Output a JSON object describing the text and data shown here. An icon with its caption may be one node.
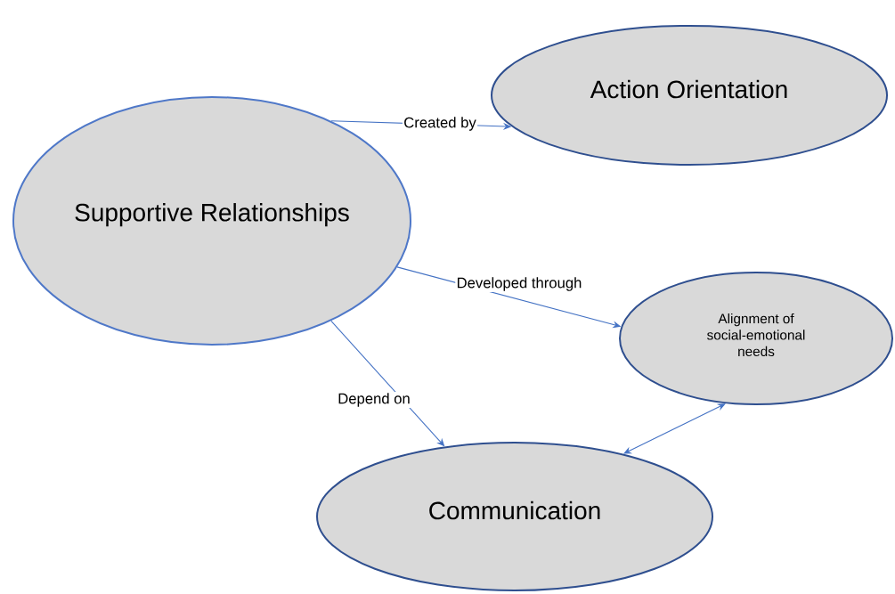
{
  "diagram": {
    "nodes": [
      {
        "text": [
          "Supportive Relationships"
        ]
      },
      {
        "text": [
          "Action Orientation"
        ]
      },
      {
        "text": [
          "Alignment of social-emotional needs"
        ]
      },
      {
        "text": [
          "Communication"
        ]
      }
    ],
    "edges": [
      {
        "from": 0,
        "to": 1,
        "arrow": "to",
        "label": "Created by"
      },
      {
        "from": 0,
        "to": 2,
        "arrow": "to",
        "label": "Developed through"
      },
      {
        "from": 0,
        "to": 3,
        "arrow": "to",
        "label": "Depend on"
      },
      {
        "from": 3,
        "to": 2,
        "arrow": "both"
      }
    ]
  }
}
